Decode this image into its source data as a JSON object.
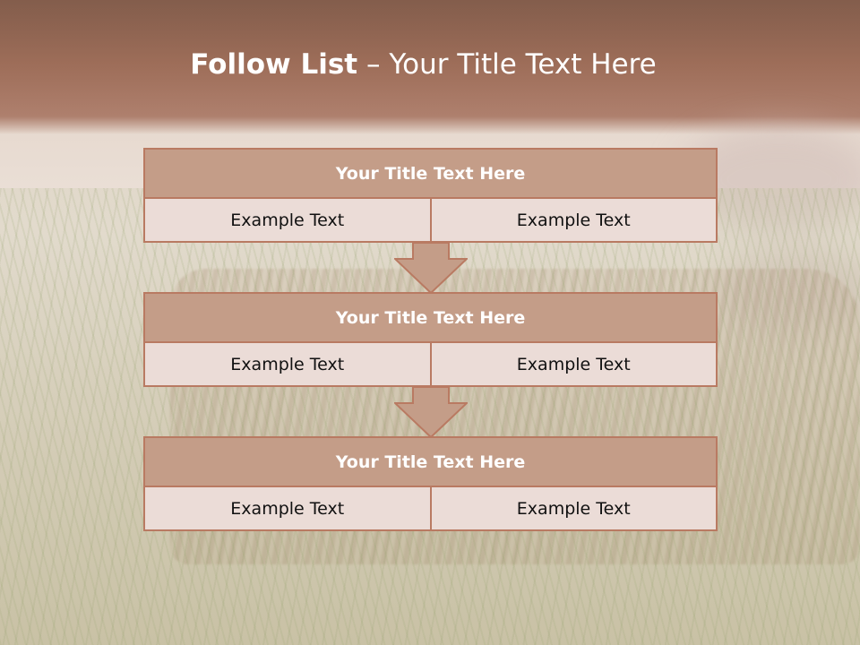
{
  "slide": {
    "title_bold": "Follow List",
    "title_rest": " – Your Title Text Here"
  },
  "blocks": [
    {
      "header": "Your Title Text Here",
      "left": "Example Text",
      "right": "Example Text"
    },
    {
      "header": "Your Title Text Here",
      "left": "Example Text",
      "right": "Example Text"
    },
    {
      "header": "Your Title Text Here",
      "left": "Example Text",
      "right": "Example Text"
    }
  ],
  "colors": {
    "header_fill": "#c49d88",
    "border": "#b97a62",
    "cell_fill": "#ebdcd7",
    "arrow_fill": "#c49d88"
  }
}
